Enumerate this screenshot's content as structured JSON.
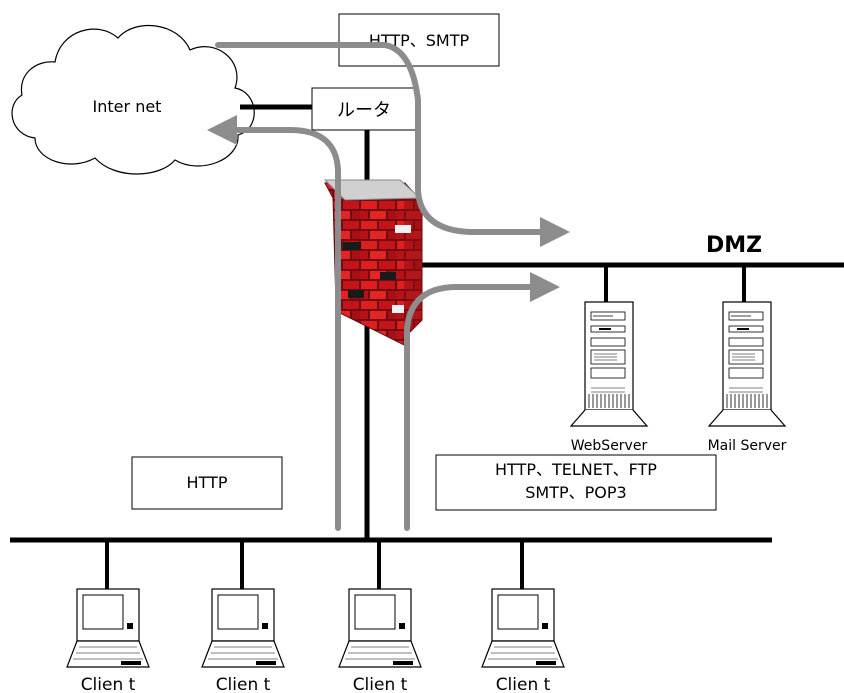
{
  "diagram": {
    "internet_label": "Inter net",
    "router_label": "ルータ",
    "dmz_label": "DMZ",
    "protocols_internet": "HTTP、SMTP",
    "protocols_outbound": "HTTP",
    "protocols_dmz_line1": "HTTP、TELNET、FTP",
    "protocols_dmz_line2": "SMTP、POP3",
    "servers": [
      {
        "label": "WebServer"
      },
      {
        "label": "Mail Server"
      }
    ],
    "clients": [
      {
        "label": "Clien t"
      },
      {
        "label": "Clien t"
      },
      {
        "label": "Clien t"
      },
      {
        "label": "Clien t"
      }
    ]
  },
  "colors": {
    "line": "#000000",
    "flow_arrow": "#8c8c8c",
    "firewall_brick": "#d11a1a",
    "firewall_top": "#c8c8c8"
  }
}
